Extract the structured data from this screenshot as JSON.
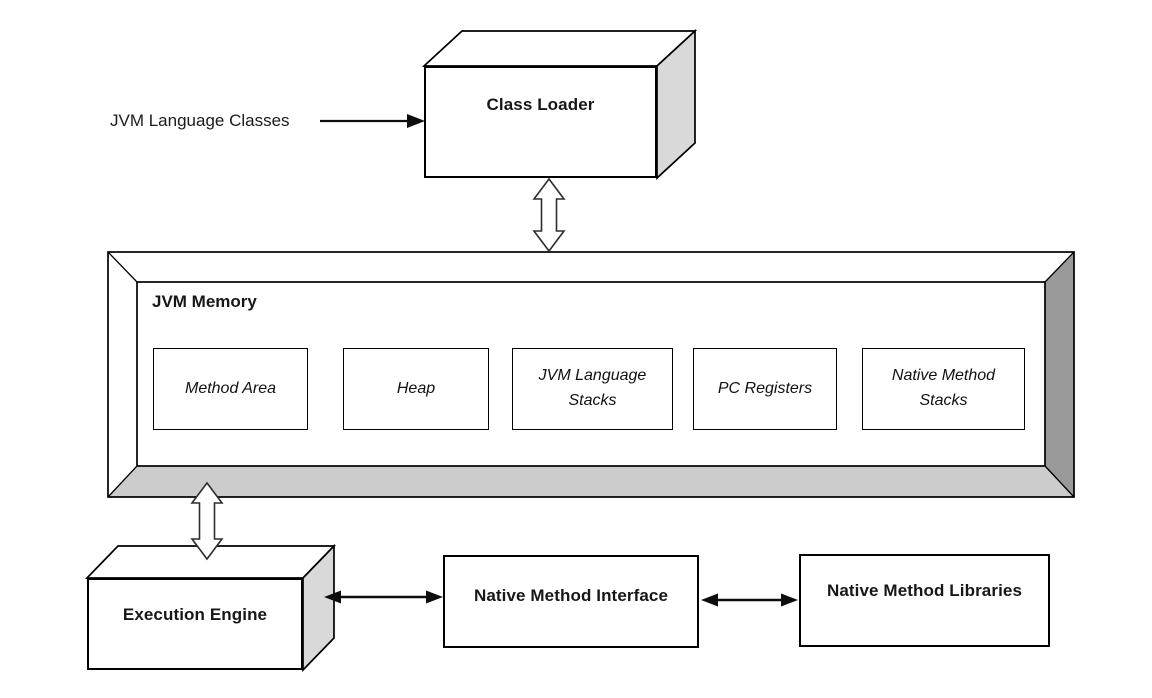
{
  "diagram": {
    "input_label": "JVM Language Classes",
    "class_loader": {
      "label": "Class Loader"
    },
    "jvm_memory": {
      "label": "JVM Memory",
      "components": [
        {
          "label": "Method Area"
        },
        {
          "label": "Heap"
        },
        {
          "label": "JVM Language Stacks"
        },
        {
          "label": "PC Registers"
        },
        {
          "label": "Native Method Stacks"
        }
      ]
    },
    "execution_engine": {
      "label": "Execution Engine"
    },
    "native_method_interface": {
      "label": "Native Method Interface"
    },
    "native_method_libraries": {
      "label": "Native Method Libraries"
    },
    "colors": {
      "border": "#000000",
      "text": "#171717",
      "box_fill": "#ffffff",
      "side_face": "#d9d9d9",
      "frame_bottom_band": "#cccccc",
      "frame_right_band": "#9a9a9a",
      "arrow": "#0d0d0d",
      "hollow_arrow_fill": "#ffffff",
      "hollow_arrow_stroke": "#2e2e2e"
    }
  }
}
